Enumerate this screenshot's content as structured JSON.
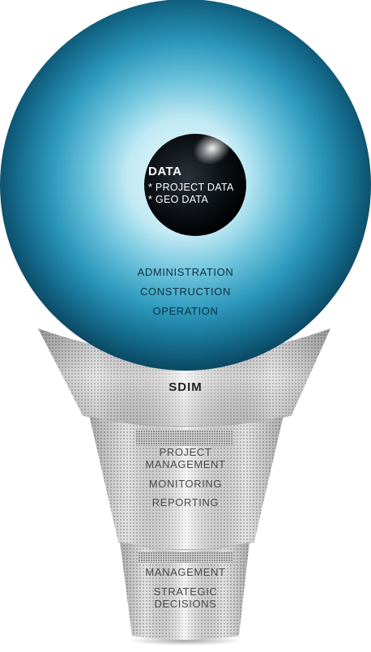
{
  "eye": {
    "core_title": "DATA",
    "core_items": [
      "* PROJECT DATA",
      "* GEO DATA"
    ],
    "outer_items": [
      "ADMINISTRATION",
      "CONSTRUCTION",
      "OPERATION"
    ]
  },
  "tier1": {
    "label": "SDIM"
  },
  "tier2": {
    "items": [
      "PROJECT",
      "MANAGEMENT",
      "MONITORING",
      "REPORTING"
    ]
  },
  "tier3": {
    "items": [
      "MANAGEMENT",
      "STRATEGIC",
      "DECISIONS"
    ]
  },
  "colors": {
    "eye_outer": "#0b4a63",
    "eye_mid": "#2f9fc2",
    "eye_light": "#c9ecf5",
    "pupil": "#0a0f14",
    "band_light": "#f4f4f4",
    "band_shadow": "#9a9a9a"
  }
}
